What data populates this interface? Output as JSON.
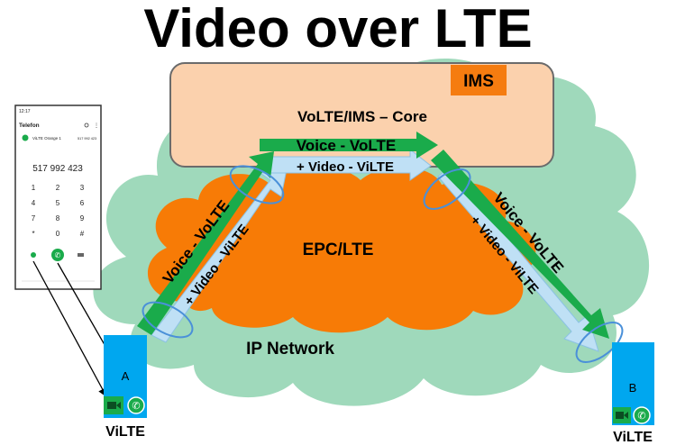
{
  "title": "Video over LTE",
  "ims": {
    "badge": "IMS",
    "core_label": "VoLTE/IMS – Core"
  },
  "epc_label": "EPC/LTE",
  "ip_network_label": "IP Network",
  "streams": {
    "voice": "Voice - VoLTE",
    "video": "+ Video - ViLTE"
  },
  "colors": {
    "voice_arrow": "#1aab4b",
    "video_arrow": "#bfe0f5",
    "ims_fill": "#fbd1ad",
    "ims_badge": "#f57c10",
    "epc_cloud": "#f77b06",
    "ip_cloud": "#9fd9bb",
    "device": "#00a7ef"
  },
  "device_a": {
    "letter": "A",
    "caption": "ViLTE",
    "icons": [
      "video-camera-icon",
      "phone-icon"
    ]
  },
  "device_b": {
    "letter": "B",
    "caption": "ViLTE",
    "icons": [
      "video-camera-icon",
      "phone-icon"
    ]
  },
  "phone_screen": {
    "status_time": "12:17",
    "app_title": "Telefon",
    "contact_name": "ViLTE Orange 1",
    "contact_number": "517 992 423",
    "dialed_number": "517 992 423",
    "keys": [
      "1",
      "2",
      "3",
      "4",
      "5",
      "6",
      "7",
      "8",
      "9",
      "*",
      "0",
      "#"
    ],
    "icons": [
      "search-icon",
      "more-icon",
      "video-call-icon",
      "call-icon",
      "backspace-icon"
    ]
  }
}
